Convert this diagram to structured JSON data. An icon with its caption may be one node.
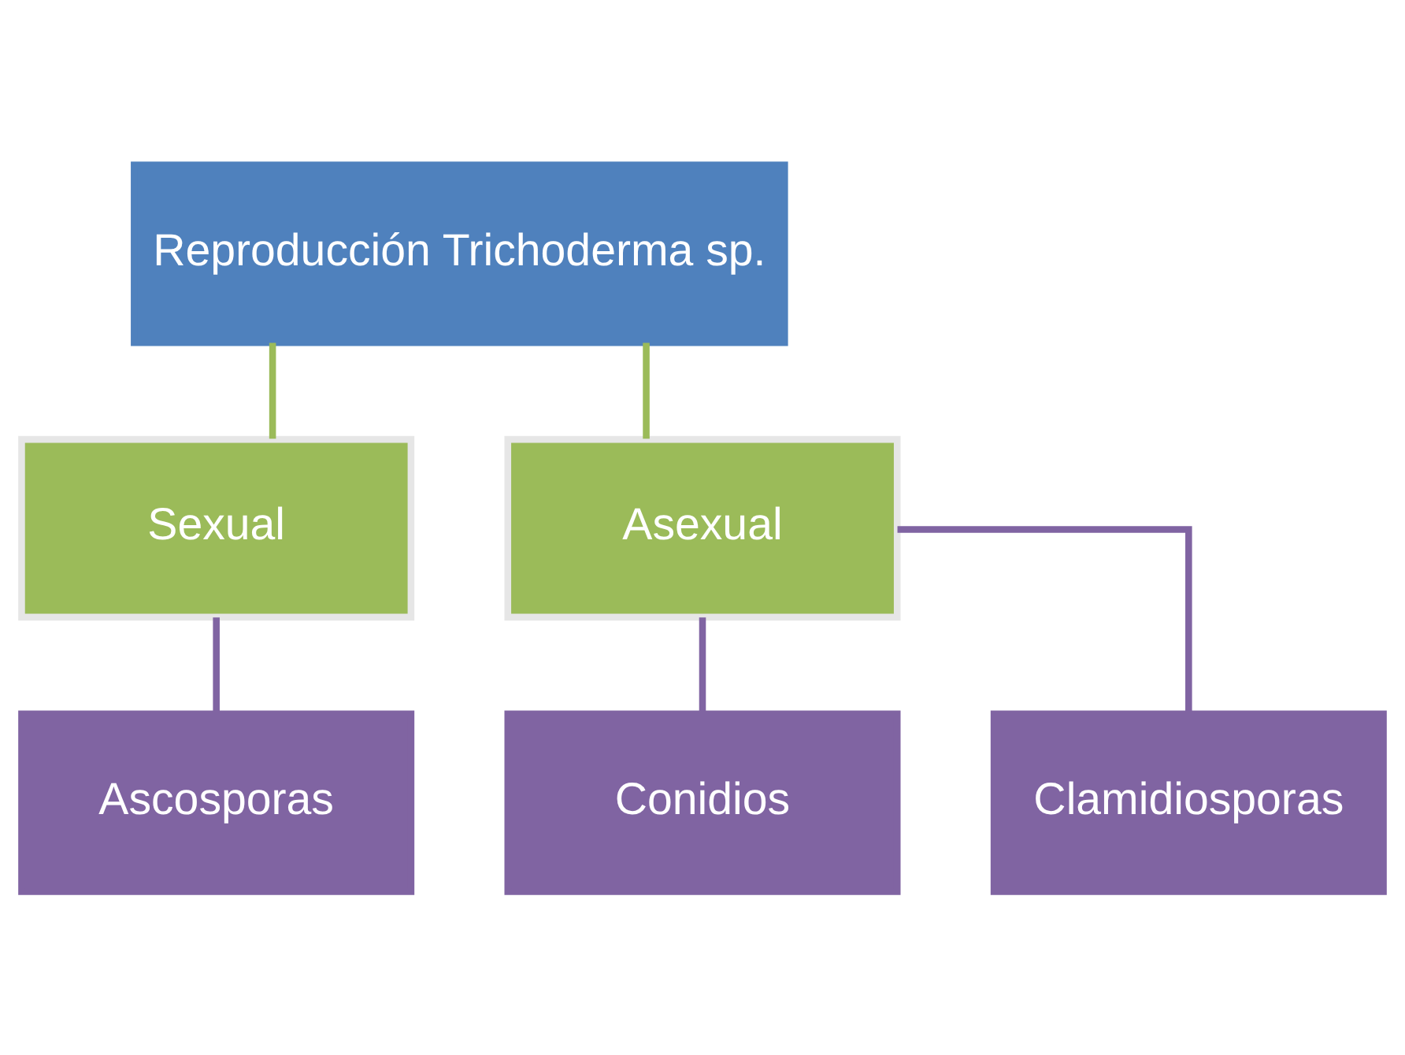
{
  "diagram": {
    "nodes": [
      {
        "text": [
          "Reproducción Trichoderma sp."
        ]
      },
      {
        "text": [
          "Sexual"
        ]
      },
      {
        "text": [
          "Asexual"
        ]
      },
      {
        "text": [
          "Ascosporas"
        ]
      },
      {
        "text": [
          "Conidios"
        ]
      },
      {
        "text": [
          "Clamidiosporas"
        ]
      }
    ],
    "edges": [
      {
        "from": 0,
        "to": 1,
        "arrow": "none",
        "color": "#9bbb59"
      },
      {
        "from": 0,
        "to": 2,
        "arrow": "none",
        "color": "#9bbb59"
      },
      {
        "from": 1,
        "to": 3,
        "arrow": "none"
      },
      {
        "from": 2,
        "to": 4,
        "arrow": "none"
      },
      {
        "from": 2,
        "to": 5,
        "arrow": "none"
      }
    ]
  }
}
